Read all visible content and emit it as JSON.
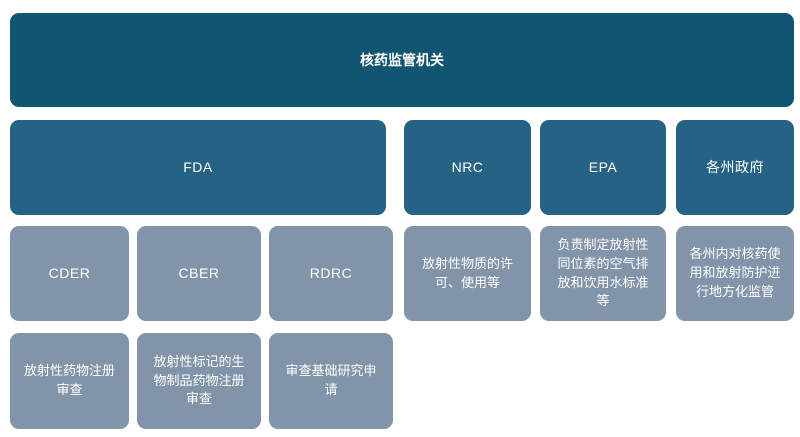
{
  "colors": {
    "level1_bg": "#115573",
    "level2_bg": "#266283",
    "level3_bg": "#8294a9",
    "text": "#ffffff",
    "background": "#ffffff"
  },
  "root": {
    "label": "核药监管机关"
  },
  "branches": [
    {
      "agency": "FDA",
      "children": [
        {
          "label": "CDER",
          "detail": "放射性药物注册审查"
        },
        {
          "label": "CBER",
          "detail": "放射性标记的生物制品药物注册审查"
        },
        {
          "label": "RDRC",
          "detail": "审查基础研究申请"
        }
      ]
    },
    {
      "agency": "NRC",
      "description": "放射性物质的许可、使用等"
    },
    {
      "agency": "EPA",
      "description": "负责制定放射性同位素的空气排放和饮用水标准等"
    },
    {
      "agency": "各州政府",
      "description": "各州内对核药使用和放射防护进行地方化监管"
    }
  ]
}
